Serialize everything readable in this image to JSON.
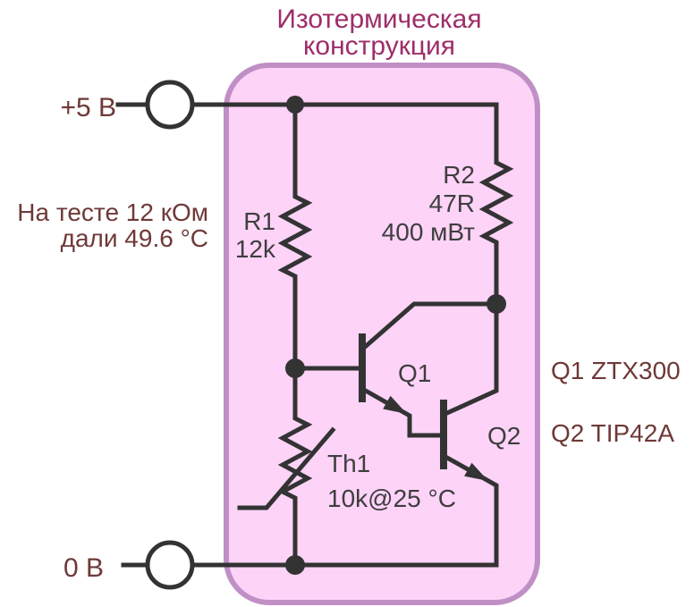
{
  "title": {
    "line1": "Изотермическая",
    "line2": "конструкция"
  },
  "terminals": {
    "positive": "+5 В",
    "ground": "0 В"
  },
  "notes": {
    "test_result_line1": "На тесте 12 кОм",
    "test_result_line2": "дали 49.6 °C",
    "q1_part": "Q1 ZTX300",
    "q2_part": "Q2 TIP42A"
  },
  "components": {
    "r1": {
      "ref": "R1",
      "value": "12k"
    },
    "r2": {
      "ref": "R2",
      "value": "47R",
      "power": "400 мВт"
    },
    "th1": {
      "ref": "Th1",
      "value": "10k@25 °C"
    },
    "q1": {
      "ref": "Q1"
    },
    "q2": {
      "ref": "Q2"
    }
  },
  "colors": {
    "title": "#9e2e6a",
    "annotation": "#6e3937",
    "component_label": "#3e3e3e",
    "wire": "#333333",
    "region_fill": "#fdd3f8",
    "region_border": "#c08fc6",
    "background": "#ffffff"
  }
}
